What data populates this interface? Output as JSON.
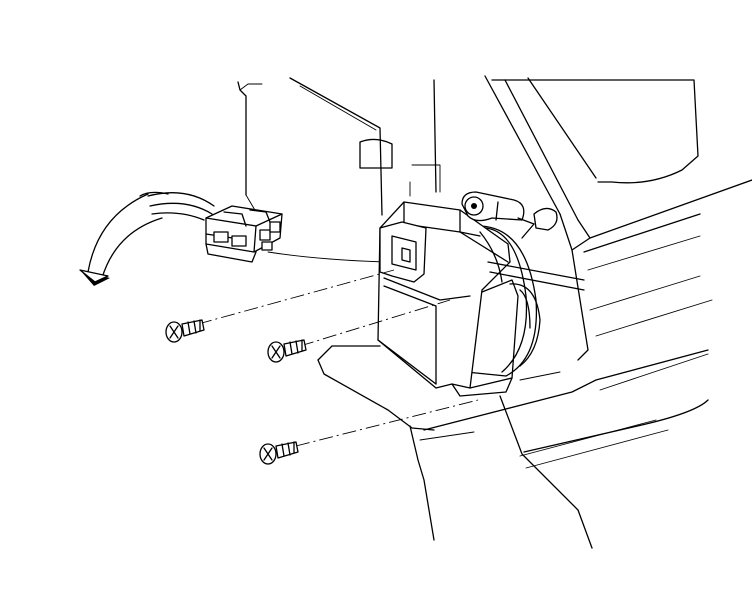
{
  "diagram": {
    "parts": [
      {
        "id": "actuator",
        "icon": "actuator-motor-icon"
      },
      {
        "id": "connector",
        "icon": "electrical-connector-icon"
      },
      {
        "id": "screw-1",
        "icon": "screw-icon"
      },
      {
        "id": "screw-2",
        "icon": "screw-icon"
      },
      {
        "id": "screw-3",
        "icon": "screw-icon"
      },
      {
        "id": "direction-arrow",
        "icon": "curved-arrow-icon"
      }
    ],
    "colors": {
      "line": "#000000",
      "background": "#ffffff"
    }
  }
}
